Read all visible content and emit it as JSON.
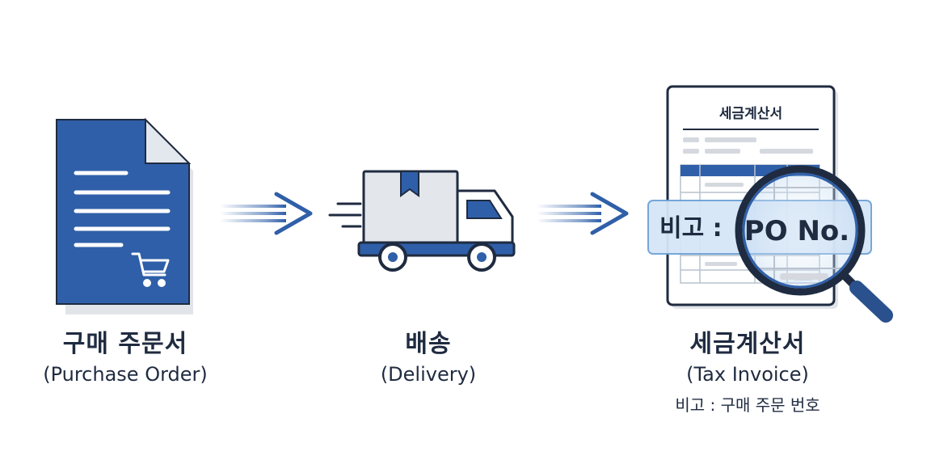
{
  "steps": [
    {
      "title": "구매 주문서",
      "subtitle": "(Purchase Order)",
      "icon": "document-cart-icon"
    },
    {
      "title": "배송",
      "subtitle": "(Delivery)",
      "icon": "delivery-truck-icon"
    },
    {
      "title": "세금계산서",
      "subtitle": "(Tax Invoice)",
      "note": "비고 : 구매 주문 번호",
      "icon": "invoice-magnifier-icon"
    }
  ],
  "invoice": {
    "header": "세금계산서",
    "highlight_prefix": "비고 :",
    "highlight_value": "PO No."
  },
  "colors": {
    "primary": "#2f5fa8",
    "dark": "#1f2b40",
    "light_blue": "#d6e6f7",
    "gray": "#d5d9df"
  }
}
